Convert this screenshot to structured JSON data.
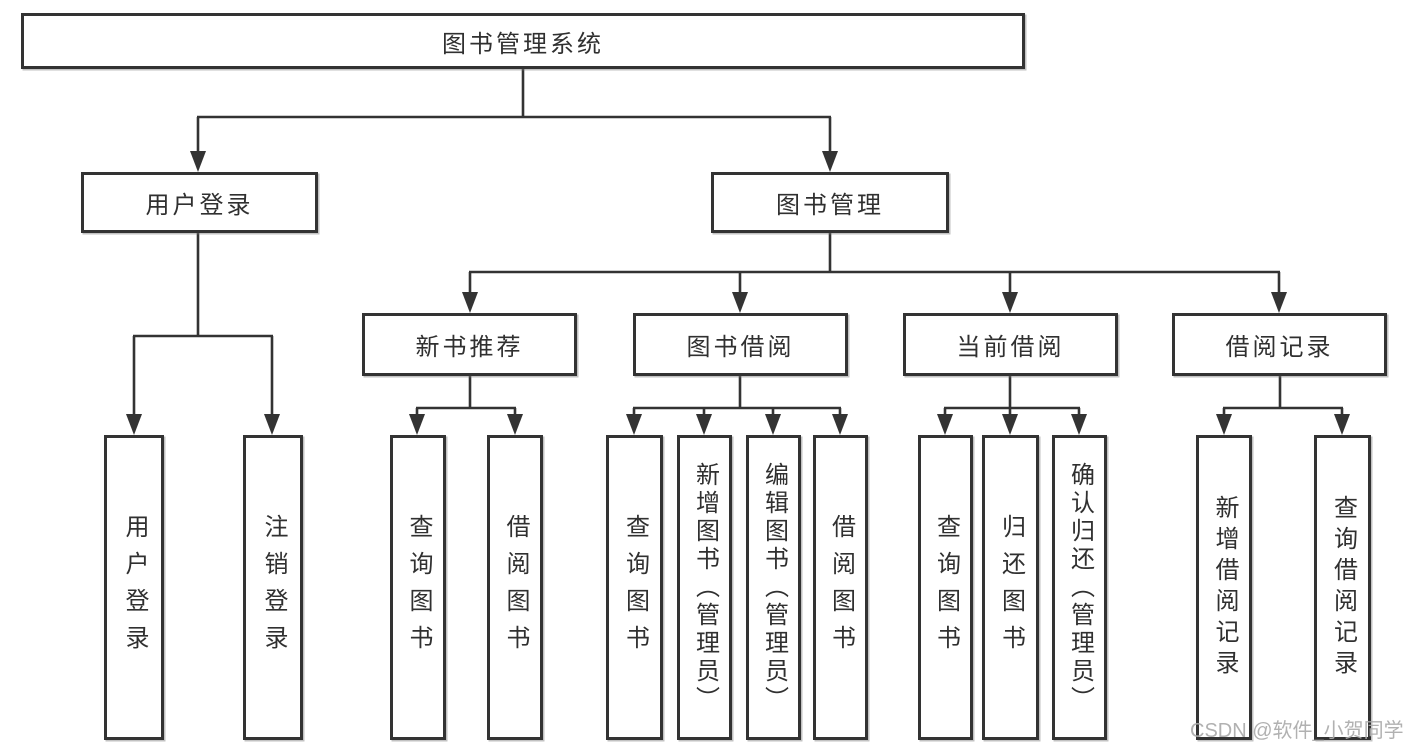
{
  "tree": {
    "root": {
      "label": "图书管理系统"
    },
    "login": {
      "label": "用户登录",
      "leaves": [
        {
          "label": "用户登录"
        },
        {
          "label": "注销登录"
        }
      ]
    },
    "management": {
      "label": "图书管理",
      "groups": [
        {
          "label": "新书推荐",
          "leaves": [
            {
              "label": "查询图书"
            },
            {
              "label": "借阅图书"
            }
          ]
        },
        {
          "label": "图书借阅",
          "leaves": [
            {
              "label": "查询图书"
            },
            {
              "label": "新增图书（管理员）"
            },
            {
              "label": "编辑图书（管理员）"
            },
            {
              "label": "借阅图书"
            }
          ]
        },
        {
          "label": "当前借阅",
          "leaves": [
            {
              "label": "查询图书"
            },
            {
              "label": "归还图书"
            },
            {
              "label": "确认归还（管理员）"
            }
          ]
        },
        {
          "label": "借阅记录",
          "leaves": [
            {
              "label": "新增借阅记录"
            },
            {
              "label": "查询借阅记录"
            }
          ]
        }
      ]
    }
  },
  "watermark": {
    "text": "CSDN @软件_小贺同学"
  },
  "colors": {
    "line": "#333333",
    "box_border": "#333333",
    "box_fill": "#ffffff",
    "text": "#303030",
    "watermark": "#ababab"
  }
}
